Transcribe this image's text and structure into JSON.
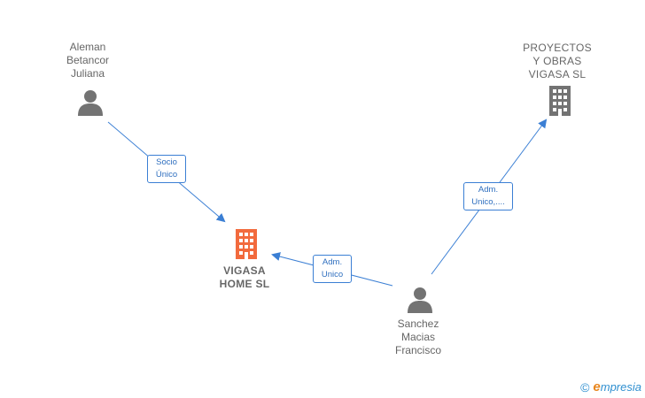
{
  "nodes": {
    "aleman": {
      "label": "Aleman\nBetancor\nJuliana",
      "type": "person"
    },
    "proyectos": {
      "label": "PROYECTOS\nY OBRAS\nVIGASA  SL",
      "type": "company"
    },
    "vigasa_home": {
      "label": "VIGASA\nHOME  SL",
      "type": "company",
      "highlight": true
    },
    "sanchez": {
      "label": "Sanchez\nMacias\nFrancisco",
      "type": "person"
    }
  },
  "edges": {
    "aleman_to_vigasa": {
      "label": "Socio\nÚnico"
    },
    "sanchez_to_vigasa": {
      "label": "Adm.\nUnico"
    },
    "sanchez_to_proyectos": {
      "label": "Adm.\nUnico,...."
    }
  },
  "colors": {
    "edge": "#3b7fd4",
    "person_icon": "#737373",
    "company_icon": "#737373",
    "highlight_company_icon": "#f26a3d"
  },
  "watermark": {
    "symbol": "©",
    "brand_initial": "e",
    "brand_rest": "mpresia"
  }
}
